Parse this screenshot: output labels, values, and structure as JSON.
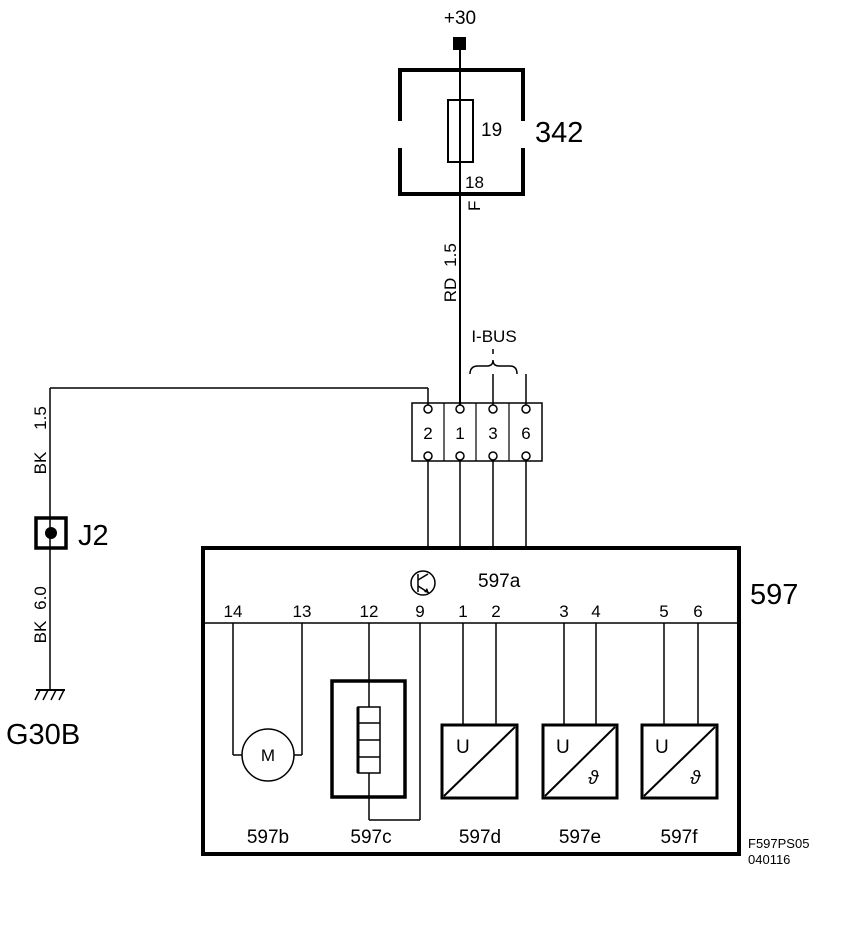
{
  "supply": {
    "label": "+30"
  },
  "fuse_box": {
    "id": "342",
    "fuse_number": "19",
    "terminal": "18",
    "terminal_letter": "F"
  },
  "wire_supply": {
    "color": "RD",
    "size": "1.5"
  },
  "ground_wire_upper": {
    "color": "BK",
    "size": "1.5"
  },
  "ground_wire_lower": {
    "color": "BK",
    "size": "6.0"
  },
  "connector_J2": {
    "label": "J2"
  },
  "ground": {
    "label": "G30B"
  },
  "bus": {
    "label": "I-BUS"
  },
  "connector_pins": [
    "2",
    "1",
    "3",
    "6"
  ],
  "module": {
    "id": "597",
    "sub_id": "597a",
    "pins": [
      "14",
      "13",
      "12",
      "9",
      "1",
      "2",
      "3",
      "4",
      "5",
      "6"
    ],
    "components": {
      "motor": {
        "label": "597b",
        "symbol": "M"
      },
      "heater": {
        "label": "597c"
      },
      "sensor_d": {
        "label": "597d",
        "symbol": "U"
      },
      "sensor_e": {
        "label": "597e",
        "symbol": "U",
        "sub_symbol": "ϑ"
      },
      "sensor_f": {
        "label": "597f",
        "symbol": "U",
        "sub_symbol": "ϑ"
      }
    }
  },
  "figure_code": {
    "line1": "F597PS05",
    "line2": "040116"
  }
}
